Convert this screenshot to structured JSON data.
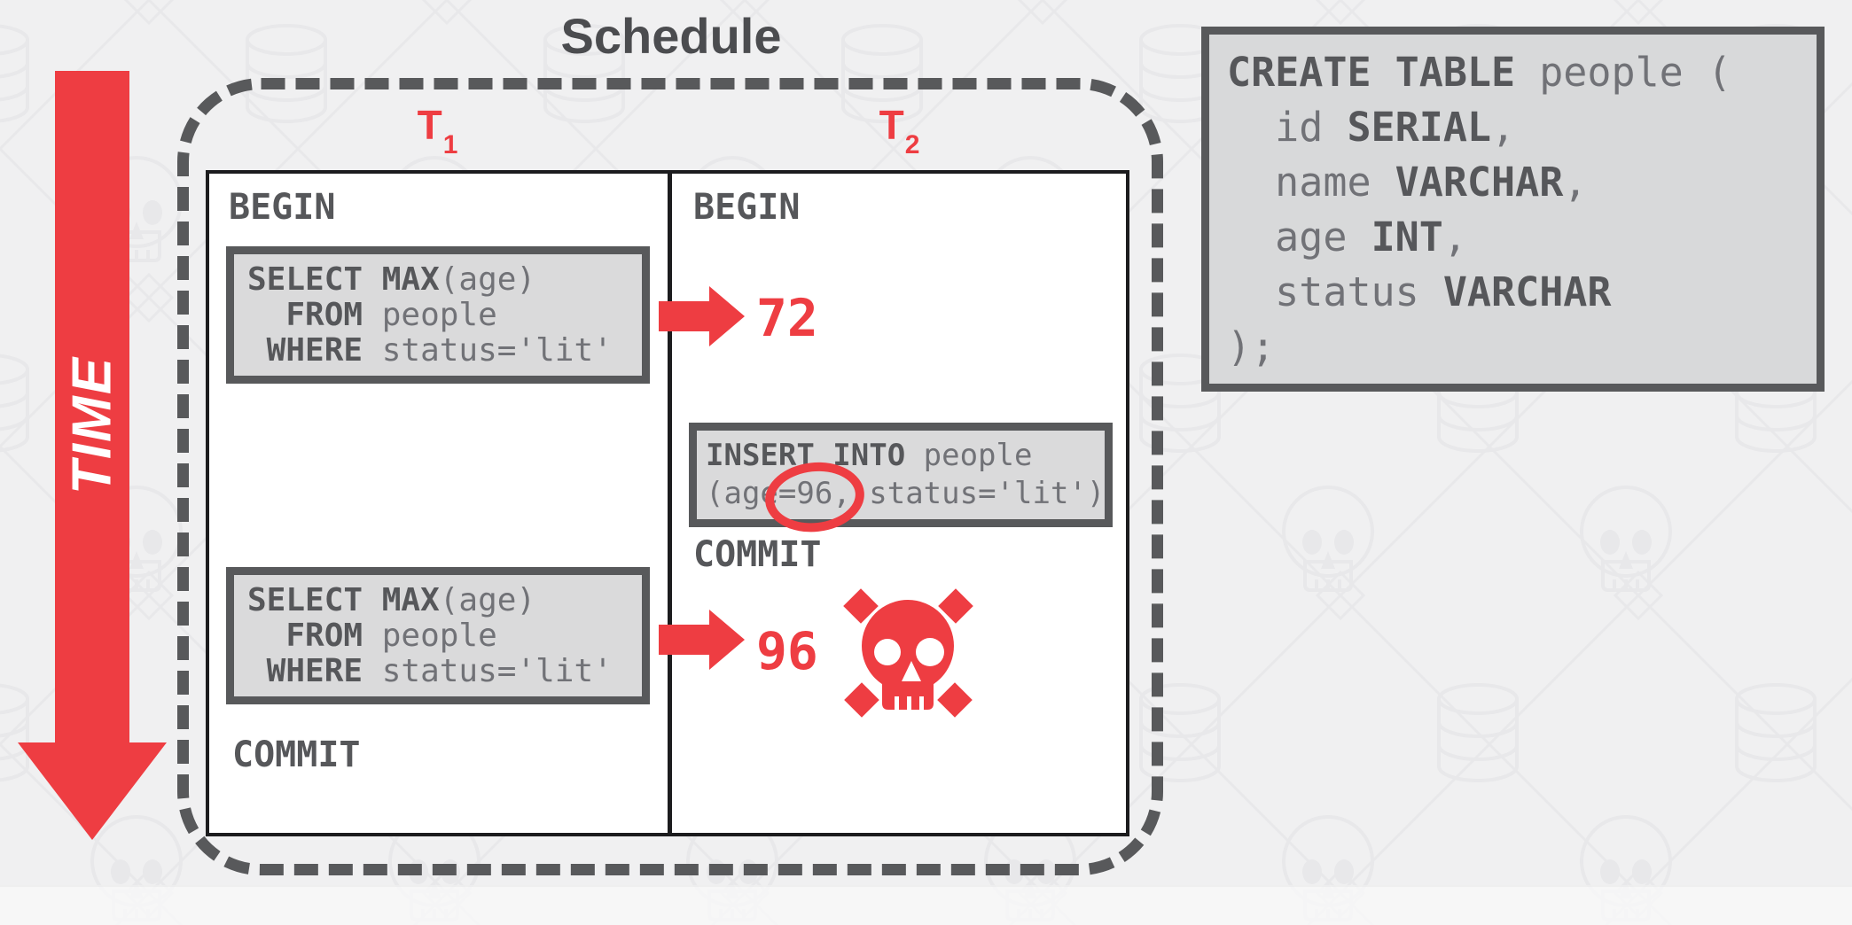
{
  "title": "Schedule",
  "time_arrow": {
    "label": "TIME"
  },
  "colors": {
    "red": "#ee3d42",
    "dark_gray": "#58595b",
    "keyword_text": "#56575a",
    "code_text": "#717277",
    "title_text": "#4b4c4f",
    "box_fill": "#dadadb",
    "table_border": "#1c1c1e",
    "background": "#f0f0f1",
    "white": "#ffffff"
  },
  "schedule": {
    "t1": {
      "label": "T",
      "subscript": "1",
      "begin": "BEGIN",
      "commit": "COMMIT",
      "query_first": {
        "lines": [
          [
            "SELECT MAX",
            "(age)"
          ],
          [
            "  FROM",
            " people"
          ],
          [
            " WHERE",
            " status='lit'"
          ]
        ]
      },
      "query_second": {
        "lines": [
          [
            "SELECT MAX",
            "(age)"
          ],
          [
            "  FROM",
            " people"
          ],
          [
            " WHERE",
            " status='lit'"
          ]
        ]
      }
    },
    "t2": {
      "label": "T",
      "subscript": "2",
      "begin": "BEGIN",
      "commit": "COMMIT",
      "insert_query": {
        "line1": [
          "INSERT INTO",
          " people"
        ],
        "line2": [
          "(age",
          "=96,",
          " status='lit')"
        ]
      }
    },
    "results": {
      "first": "72",
      "second": "96"
    }
  },
  "create_table": {
    "lines": [
      [
        "CREATE TABLE",
        " people ("
      ],
      [
        "  id ",
        "SERIAL",
        ","
      ],
      [
        "  name ",
        "VARCHAR",
        ","
      ],
      [
        "  age ",
        "INT",
        ","
      ],
      [
        "  status ",
        "VARCHAR"
      ],
      [
        ");"
      ]
    ]
  }
}
